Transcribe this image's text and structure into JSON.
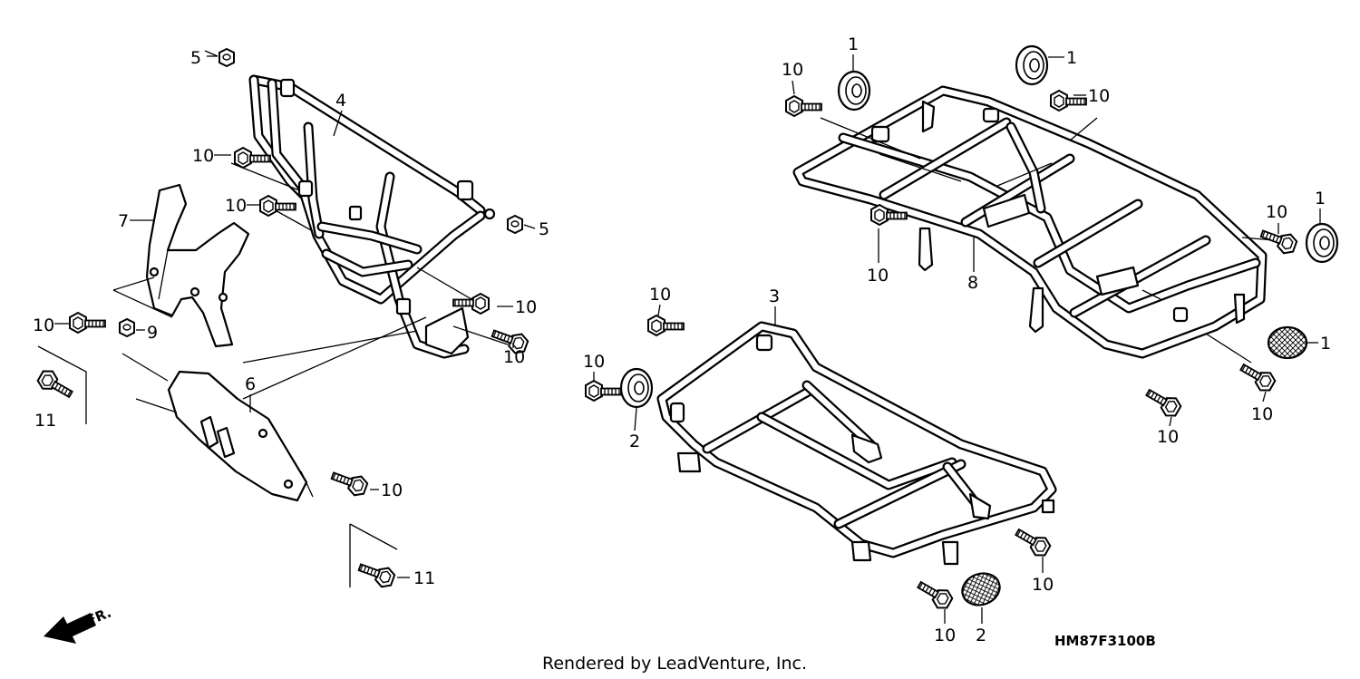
{
  "diagram": {
    "diagram_code": "HM87F3100B",
    "credit": "Rendered by LeadVenture, Inc.",
    "front_indicator": "FR.",
    "callouts": [
      {
        "id": "c5a",
        "label": "5"
      },
      {
        "id": "c4",
        "label": "4"
      },
      {
        "id": "c10a",
        "label": "10"
      },
      {
        "id": "c10b",
        "label": "10"
      },
      {
        "id": "c7",
        "label": "7"
      },
      {
        "id": "c5b",
        "label": "5"
      },
      {
        "id": "c10c",
        "label": "10"
      },
      {
        "id": "c10d",
        "label": "10"
      },
      {
        "id": "c9",
        "label": "9"
      },
      {
        "id": "c10e",
        "label": "10"
      },
      {
        "id": "c11a",
        "label": "11"
      },
      {
        "id": "c6",
        "label": "6"
      },
      {
        "id": "c10f",
        "label": "10"
      },
      {
        "id": "c11b",
        "label": "11"
      },
      {
        "id": "c1a",
        "label": "1"
      },
      {
        "id": "c10g",
        "label": "10"
      },
      {
        "id": "c1b",
        "label": "1"
      },
      {
        "id": "c10h",
        "label": "10"
      },
      {
        "id": "c10i",
        "label": "10"
      },
      {
        "id": "c8",
        "label": "8"
      },
      {
        "id": "c10j",
        "label": "10"
      },
      {
        "id": "c1c",
        "label": "1"
      },
      {
        "id": "c3",
        "label": "3"
      },
      {
        "id": "c10k",
        "label": "10"
      },
      {
        "id": "c10l",
        "label": "10"
      },
      {
        "id": "c2a",
        "label": "2"
      },
      {
        "id": "c1d",
        "label": "1"
      },
      {
        "id": "c10m",
        "label": "10"
      },
      {
        "id": "c10n",
        "label": "10"
      },
      {
        "id": "c10o",
        "label": "10"
      },
      {
        "id": "c10p",
        "label": "10"
      },
      {
        "id": "c2b",
        "label": "2"
      }
    ]
  }
}
